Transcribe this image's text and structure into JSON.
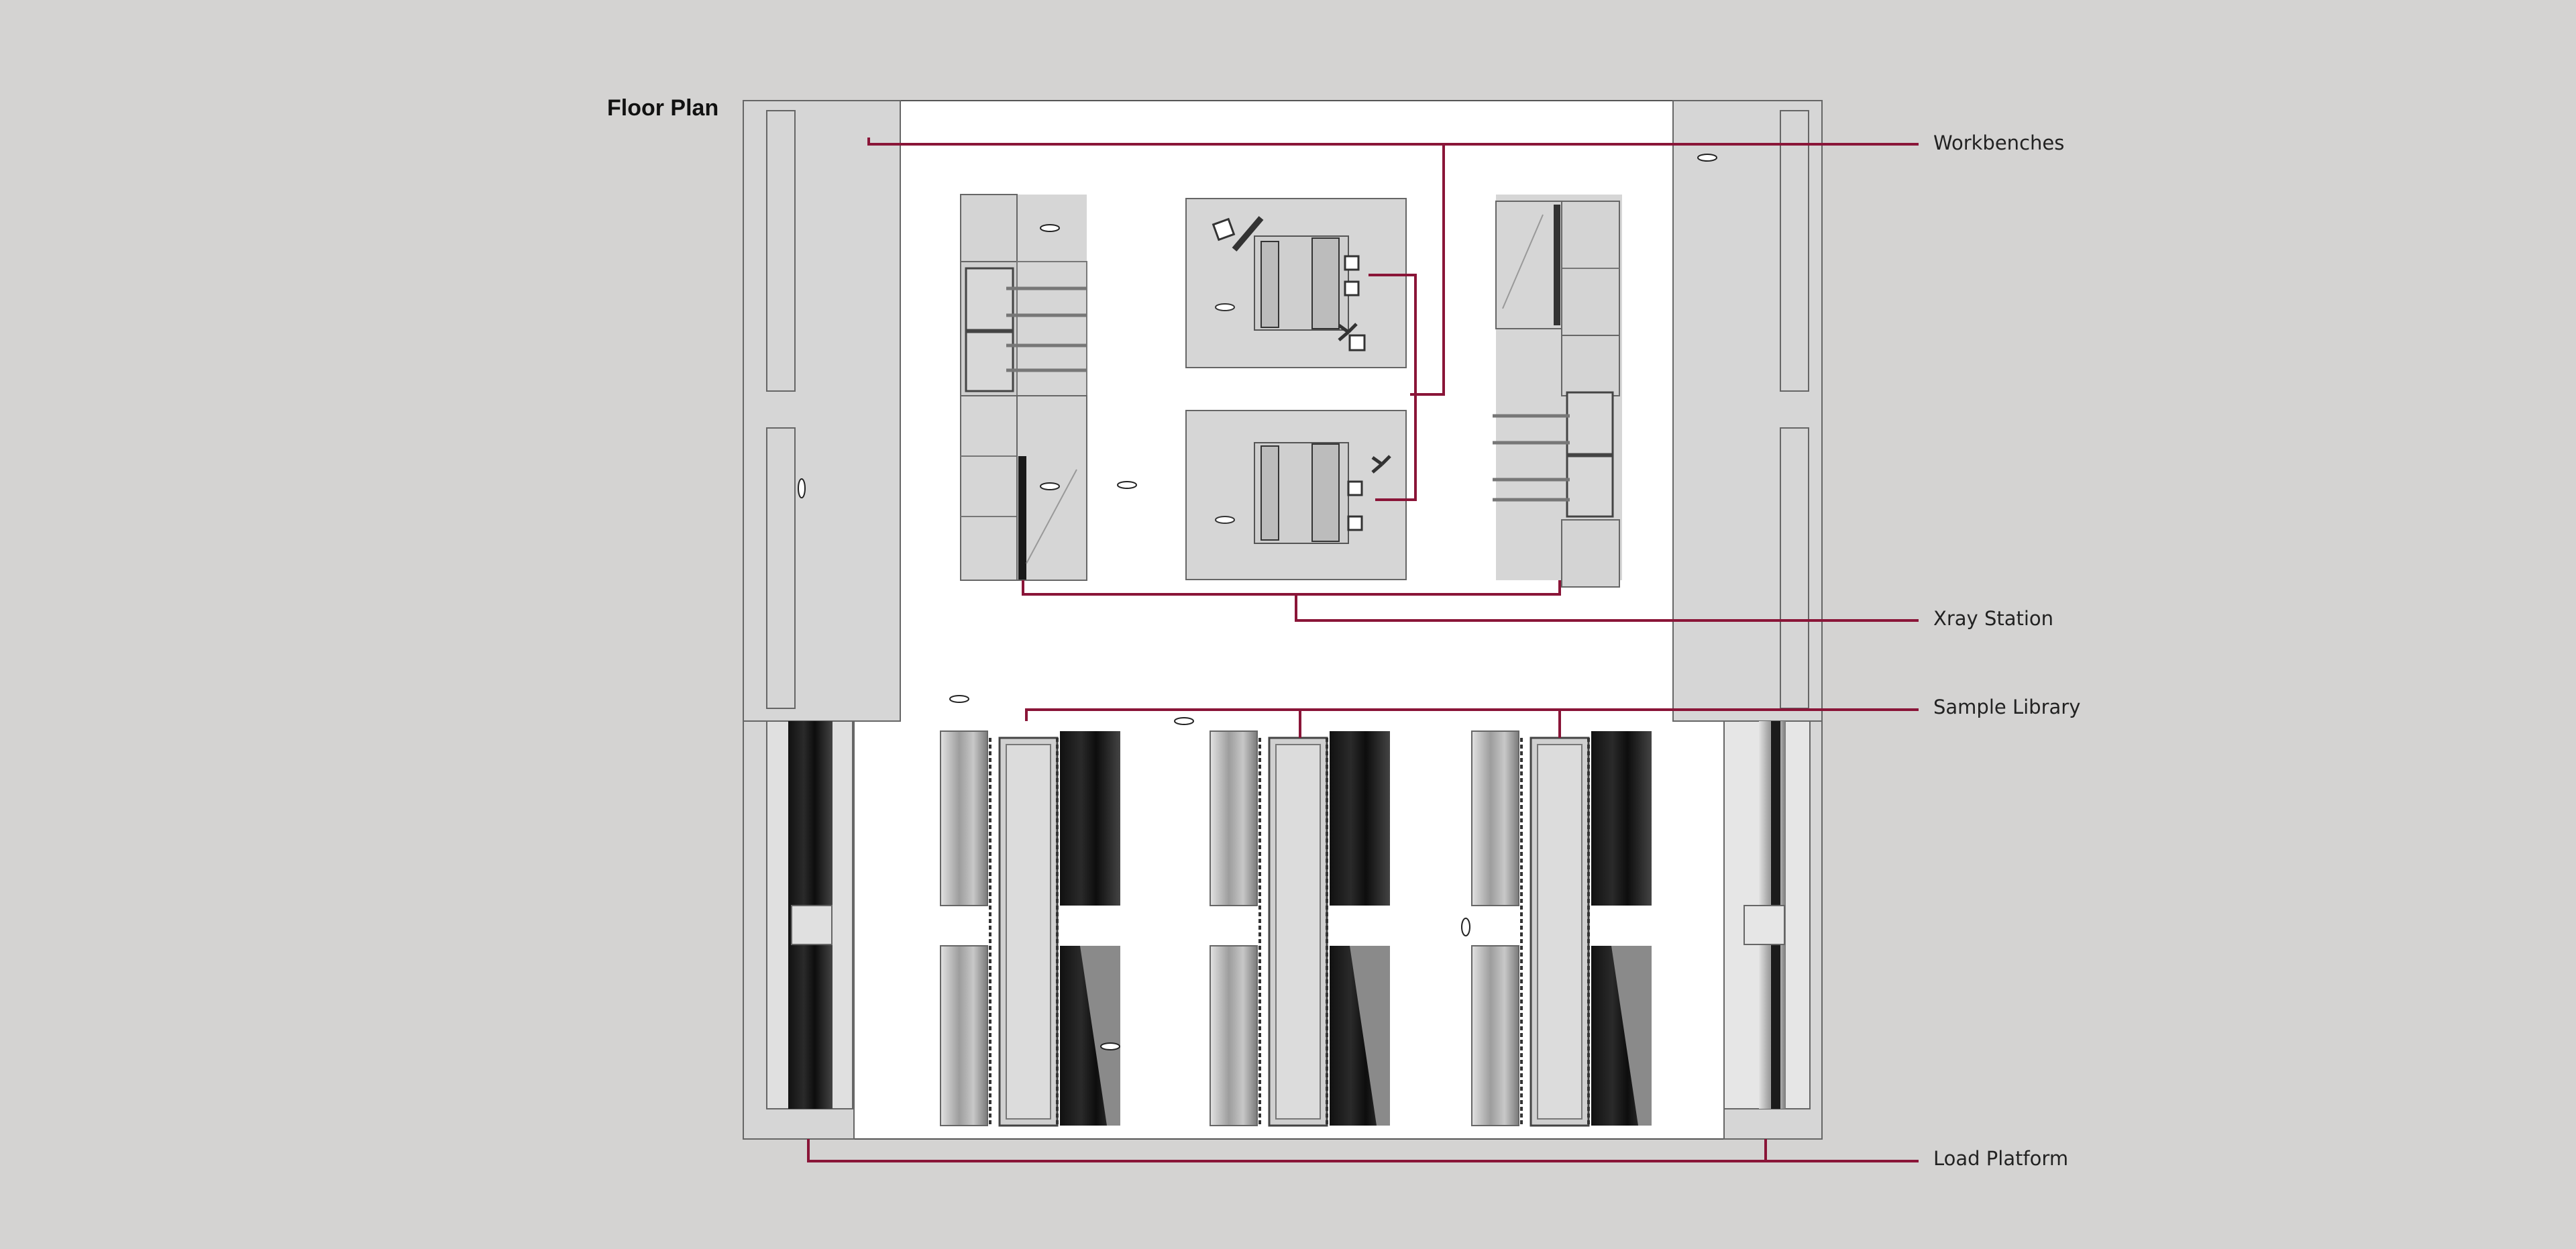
{
  "title": "Floor Plan",
  "callouts": {
    "workbenches": "Workbenches",
    "xray_station": "Xray Station",
    "sample_library": "Sample Library",
    "load_platform": "Load Platform"
  },
  "colors": {
    "background": "#d4d3d2",
    "floor": "#ffffff",
    "wall": "#d6d6d6",
    "callout_line": "#8a1538",
    "shelf_dark": "#1a1a1a"
  }
}
